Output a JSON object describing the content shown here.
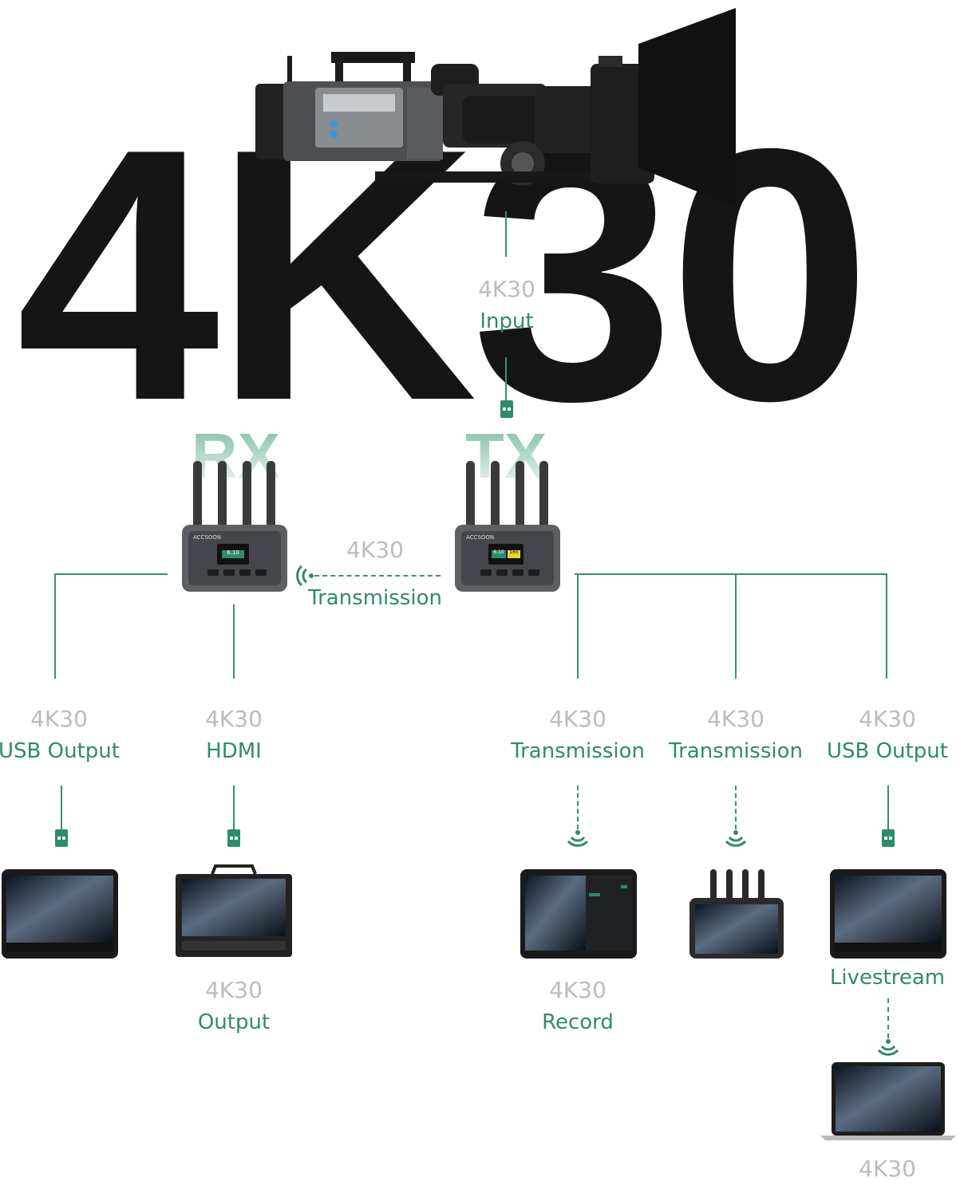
{
  "hero": {
    "text": "4K30"
  },
  "devices": {
    "rx_label": "RX",
    "tx_label": "TX",
    "brand": "ACCSOON",
    "rx_screen": "6.10",
    "tx_screen": "6.10",
    "tx_badge": "165"
  },
  "nodes": {
    "input": {
      "value": "4K30",
      "desc": "Input"
    },
    "link": {
      "value": "4K30",
      "desc": "Transmission"
    },
    "rx_usb": {
      "value": "4K30",
      "desc": "USB Output"
    },
    "rx_hdmi": {
      "value": "4K30",
      "desc": "HDMI"
    },
    "tx_trans_1": {
      "value": "4K30",
      "desc": "Transmission"
    },
    "tx_trans_2": {
      "value": "4K30",
      "desc": "Transmission"
    },
    "tx_usb": {
      "value": "4K30",
      "desc": "USB Output"
    },
    "monitor_out": {
      "value": "4K30",
      "desc": "Output"
    },
    "tablet_rec": {
      "value": "4K30",
      "desc": "Record"
    },
    "livestream": {
      "desc": "Livestream"
    },
    "laptop": {
      "value": "4K30"
    }
  },
  "colors": {
    "accent": "#2e8c6b",
    "muted": "#bcbcbc",
    "dark": "#151515"
  }
}
